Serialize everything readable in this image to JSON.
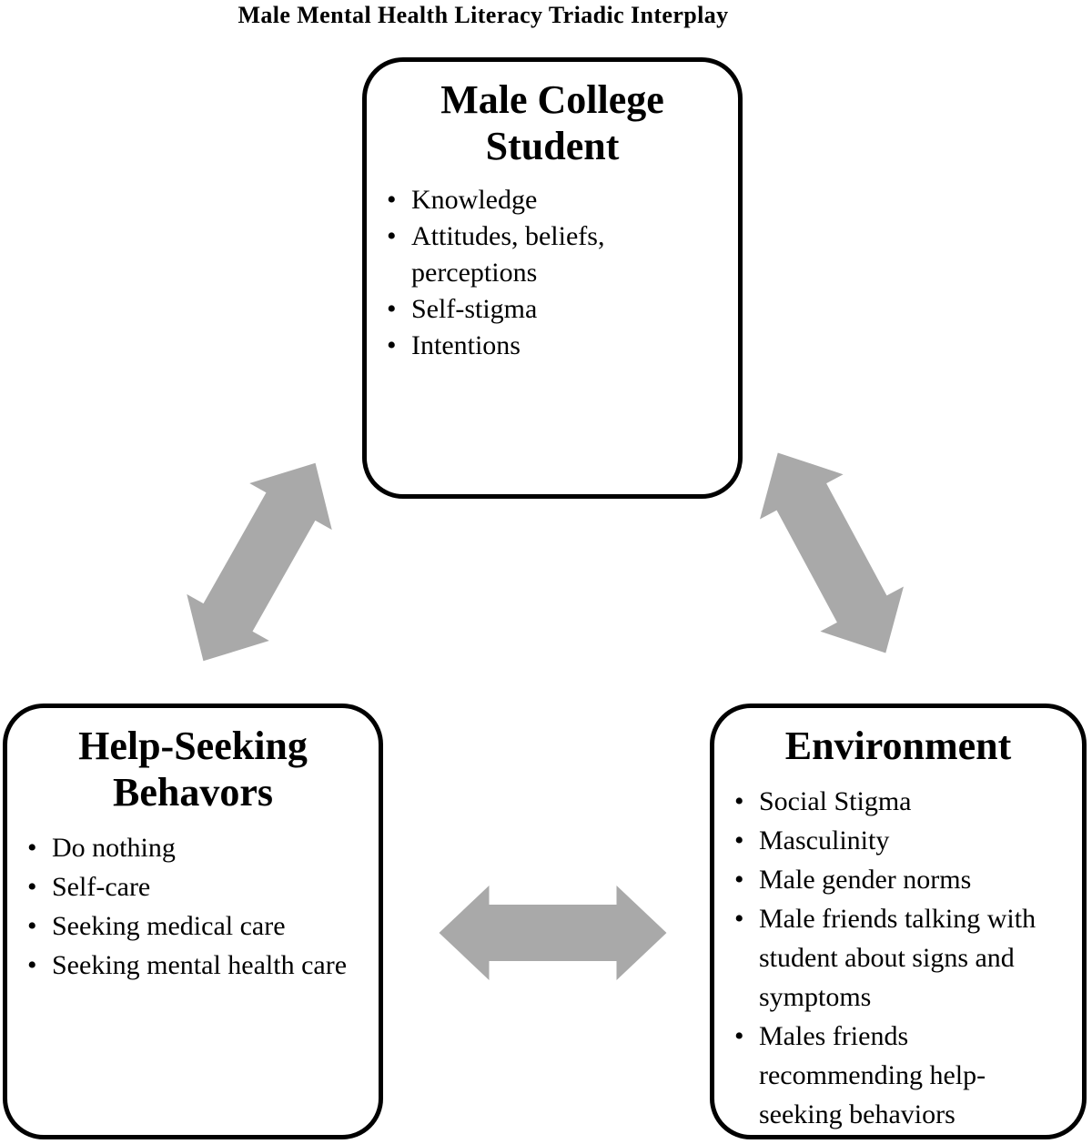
{
  "title": "Male Mental Health Literacy Triadic Interplay",
  "colors": {
    "arrow": "#a9a9a9",
    "box_border": "#000000",
    "background": "#ffffff",
    "text": "#000000"
  },
  "boxes": {
    "student": {
      "heading": "Male College Student",
      "items": [
        "Knowledge",
        "Attitudes, beliefs, perceptions",
        "Self-stigma",
        "Intentions"
      ]
    },
    "help_seeking": {
      "heading": "Help-Seeking Behavors",
      "items": [
        "Do nothing",
        "Self-care",
        "Seeking medical care",
        "Seeking mental health care"
      ]
    },
    "environment": {
      "heading": "Environment",
      "items": [
        "Social Stigma",
        "Masculinity",
        "Male gender norms",
        "Male friends talking with student about signs and symptoms",
        "Males friends recommending help-seeking behaviors"
      ]
    }
  },
  "arrows": [
    {
      "between": "student and help-seeking behavors",
      "bidirectional": true
    },
    {
      "between": "student and environment",
      "bidirectional": true
    },
    {
      "between": "help-seeking behavors and environment",
      "bidirectional": true
    }
  ]
}
